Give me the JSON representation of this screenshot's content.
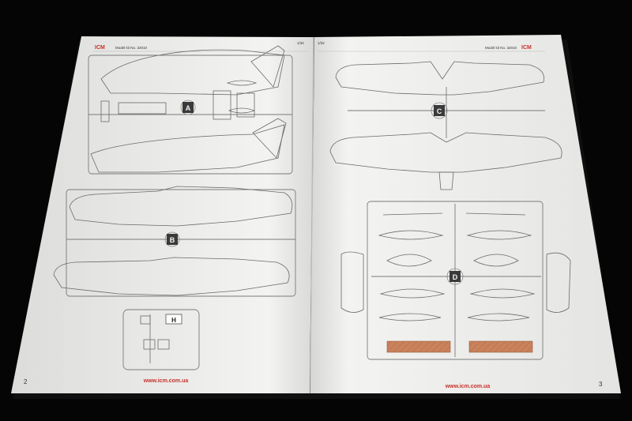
{
  "booklet": {
    "left_page": {
      "brand": "ICM",
      "model_kit": "Model kit No. 32010",
      "scale": "1/32",
      "website": "www.icm.com.ua",
      "page_number": "2",
      "sprue_labels": [
        "A",
        "B",
        "H"
      ]
    },
    "right_page": {
      "brand": "ICM",
      "scale": "1/32",
      "model_kit": "Model kit No. 32010",
      "website": "www.icm.com.ua",
      "page_number": "3",
      "sprue_labels": [
        "C",
        "D"
      ]
    }
  },
  "colors": {
    "background": "#050505",
    "paper": "#f2f2f0",
    "accent_red": "#c8322a",
    "clear_parts": "#c9825c"
  }
}
